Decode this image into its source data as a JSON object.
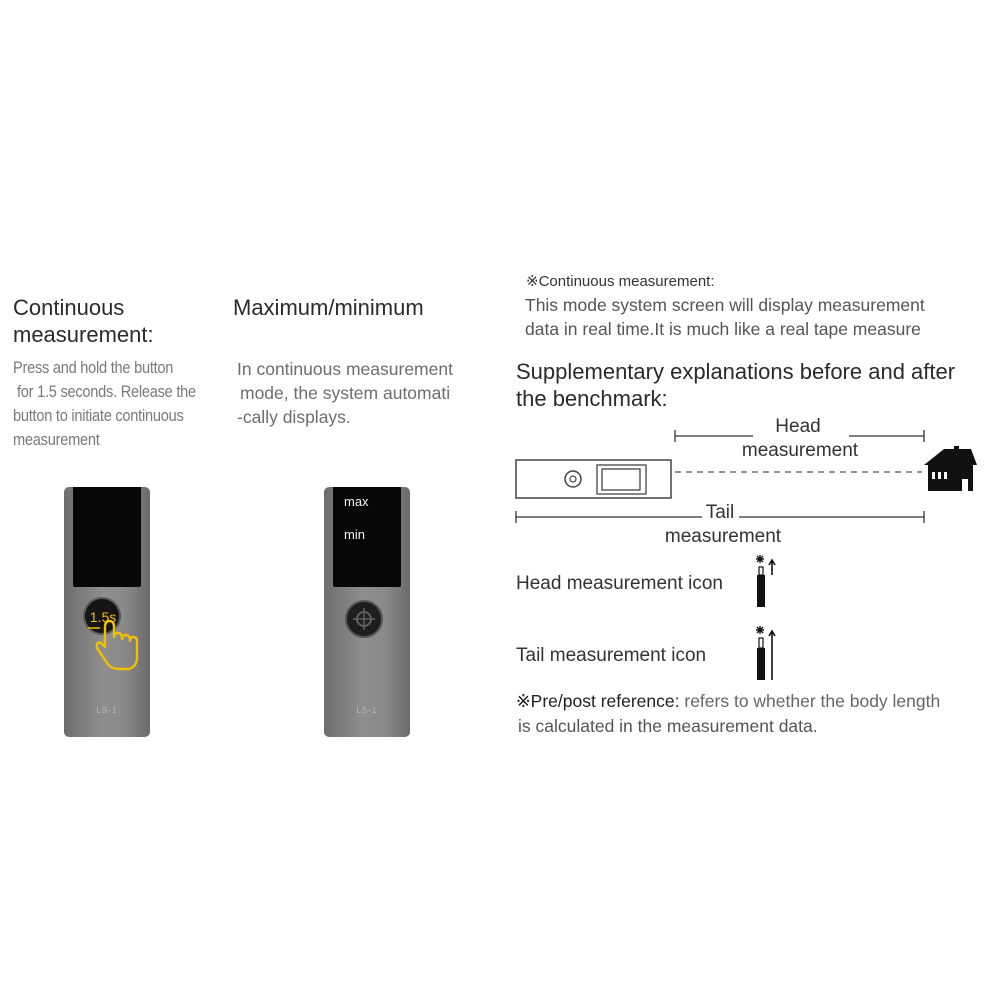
{
  "left_section": {
    "title_line1": "Continuous",
    "title_line2": "measurement:",
    "desc_line1": "Press and hold the button",
    "desc_line2": "for 1.5 seconds. Release the",
    "desc_line3": "button to initiate continuous",
    "desc_line4": "measurement",
    "device": {
      "timer_label": "1.5s",
      "model_label": "LS-1"
    }
  },
  "middle_section": {
    "title": "Maximum/minimum",
    "desc_line1": "In continuous measurement",
    "desc_line2": "mode, the system automati",
    "desc_line3": "-cally displays.",
    "device": {
      "max_label": "max",
      "min_label": "min",
      "model_label": "LS-1"
    }
  },
  "right_section": {
    "note_title": "※Continuous measurement:",
    "note_line1": "This mode system screen will display measurement",
    "note_line2": "data in real time.It is much like a real tape measure",
    "supp_line1": "Supplementary explanations before and after",
    "supp_line2": "the benchmark:",
    "diagram": {
      "head_label_line1": "Head",
      "head_label_line2": "measurement",
      "tail_label_line1": "Tail",
      "tail_label_line2": "measurement"
    },
    "head_icon_label": "Head measurement icon",
    "tail_icon_label": "Tail measurement icon",
    "footer_prefix": "※Pre/post reference:",
    "footer_rest": " refers to whether the body length",
    "footer_line2": "is calculated in the measurement data."
  },
  "colors": {
    "accent_yellow": "#f0c000",
    "device_gray": "#808080",
    "text_dark": "#2b2b2b"
  }
}
